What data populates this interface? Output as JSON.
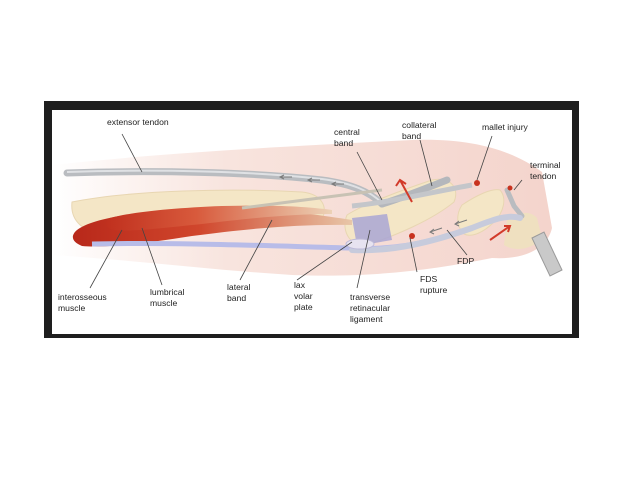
{
  "labels": {
    "extensor_tendon": "extensor tendon",
    "central_band": [
      "central",
      "band"
    ],
    "collateral_band": [
      "collateral",
      "band"
    ],
    "mallet_injury": "mallet injury",
    "terminal_tendon": [
      "terminal",
      "tendon"
    ],
    "interosseous_muscle": [
      "interosseous",
      "muscle"
    ],
    "lumbrical_muscle": [
      "lumbrical",
      "muscle"
    ],
    "lateral_band": [
      "lateral",
      "band"
    ],
    "lax_volar_plate": [
      "lax",
      "volar",
      "plate"
    ],
    "transverse_retinacular_ligament": [
      "transverse",
      "retinacular",
      "ligament"
    ],
    "fds_rupture": [
      "FDS",
      "rupture"
    ],
    "fdp": "FDP"
  },
  "colors": {
    "frame": "#1e1e1e",
    "skin": "#f6dcd6",
    "bone": "#f4e6c6",
    "tendon": "#b9bcc0",
    "muscle": "#c8321e",
    "ligament": "#a9a6d4",
    "arrow": "#d23a2a"
  }
}
